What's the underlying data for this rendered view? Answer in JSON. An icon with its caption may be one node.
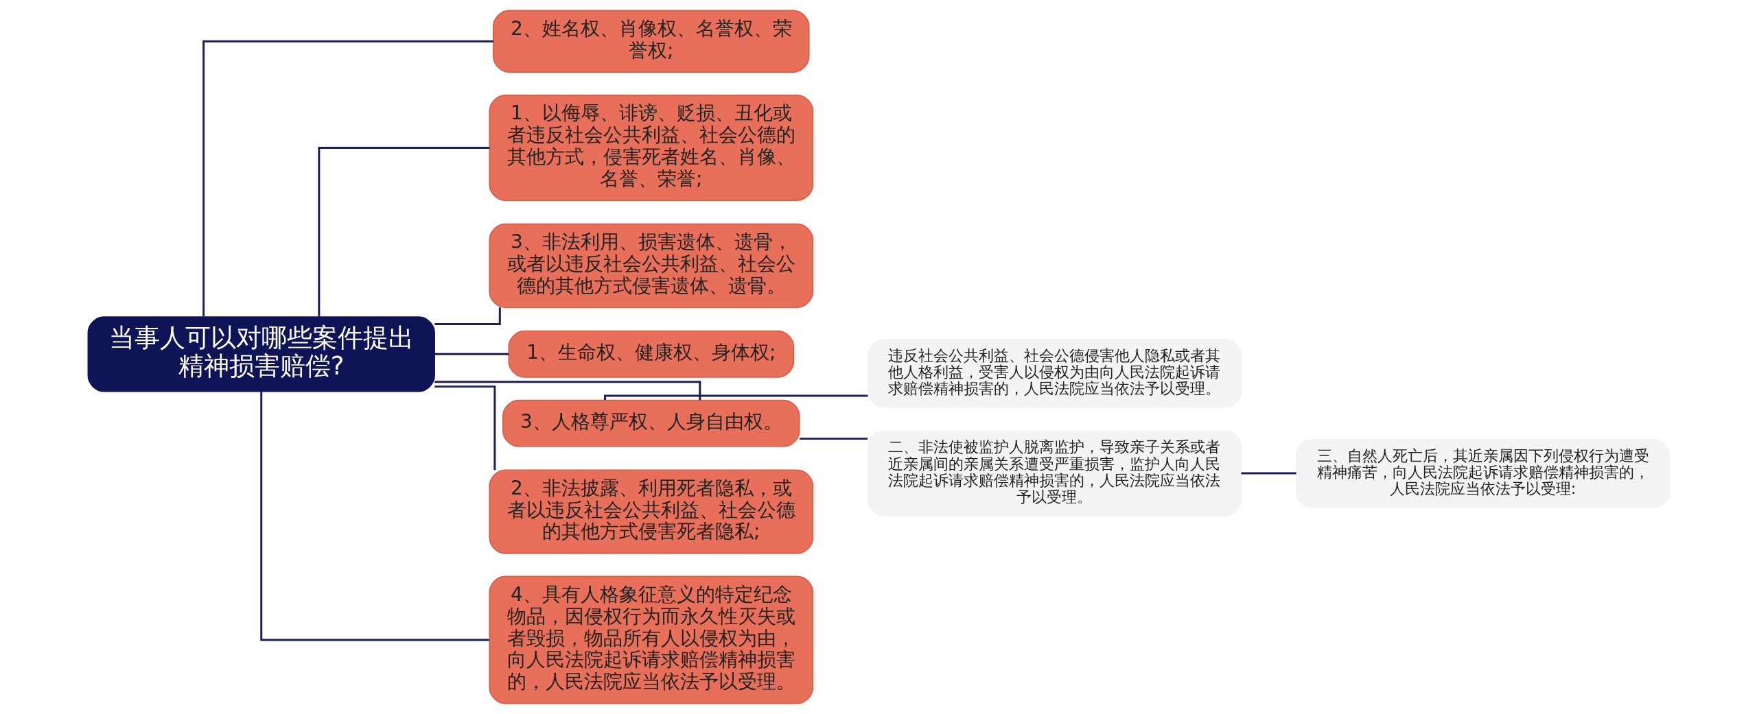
{
  "diagram": {
    "nodes": [
      {
        "text": [
          "当事人可以对哪些案件提出精神损害赔偿?"
        ]
      },
      {
        "text": [
          "2、姓名权、肖像权、名誉权、荣誉权;"
        ]
      },
      {
        "text": [
          "1、以侮辱、诽谤、贬损、丑化或者违反社会公共利益、社会公德的其他方式，侵害死者姓名、肖像、名誉、荣誉;"
        ]
      },
      {
        "text": [
          "3、非法利用、损害遗体、遗骨，或者以违反社会公共利益、社会公德的其他方式侵害遗体、遗骨。"
        ]
      },
      {
        "text": [
          "1、生命权、健康权、身体权;"
        ]
      },
      {
        "text": [
          "3、人格尊严权、人身自由权。"
        ]
      },
      {
        "text": [
          "违反社会公共利益、社会公德侵害他人隐私或者其他人格利益，受害人以侵权为由向人民法院起诉请求赔偿精神损害的，人民法院应当依法予以受理。"
        ]
      },
      {
        "text": [
          "二、非法使被监护人脱离监护，导致亲子关系或者近亲属间的亲属关系遭受严重损害，监护人向人民法院起诉请求赔偿精神损害的，人民法院应当依法予以受理。"
        ]
      },
      {
        "text": [
          "三、自然人死亡后，其近亲属因下列侵权行为遭受精神痛苦，向人民法院起诉请求赔偿精神损害的，人民法院应当依法予以受理:"
        ]
      },
      {
        "text": [
          "2、非法披露、利用死者隐私，或者以违反社会公共利益、社会公德的其他方式侵害死者隐私;"
        ]
      },
      {
        "text": [
          "4、具有人格象征意义的特定纪念物品，因侵权行为而永久性灭失或者毁损，物品所有人以侵权为由，向人民法院起诉请求赔偿精神损害的，人民法院应当依法予以受理。"
        ]
      }
    ],
    "edges": [
      {
        "from": 0,
        "to": 1,
        "arrow": "none"
      },
      {
        "from": 0,
        "to": 2,
        "arrow": "none"
      },
      {
        "from": 0,
        "to": 3,
        "arrow": "none"
      },
      {
        "from": 0,
        "to": 4,
        "arrow": "none"
      },
      {
        "from": 0,
        "to": 5,
        "arrow": "none"
      },
      {
        "from": 5,
        "to": 6,
        "arrow": "none"
      },
      {
        "from": 5,
        "to": 7,
        "arrow": "none"
      },
      {
        "from": 7,
        "to": 8,
        "arrow": "none"
      },
      {
        "from": 0,
        "to": 9,
        "arrow": "none"
      },
      {
        "from": 0,
        "to": 10,
        "arrow": "none"
      }
    ]
  }
}
